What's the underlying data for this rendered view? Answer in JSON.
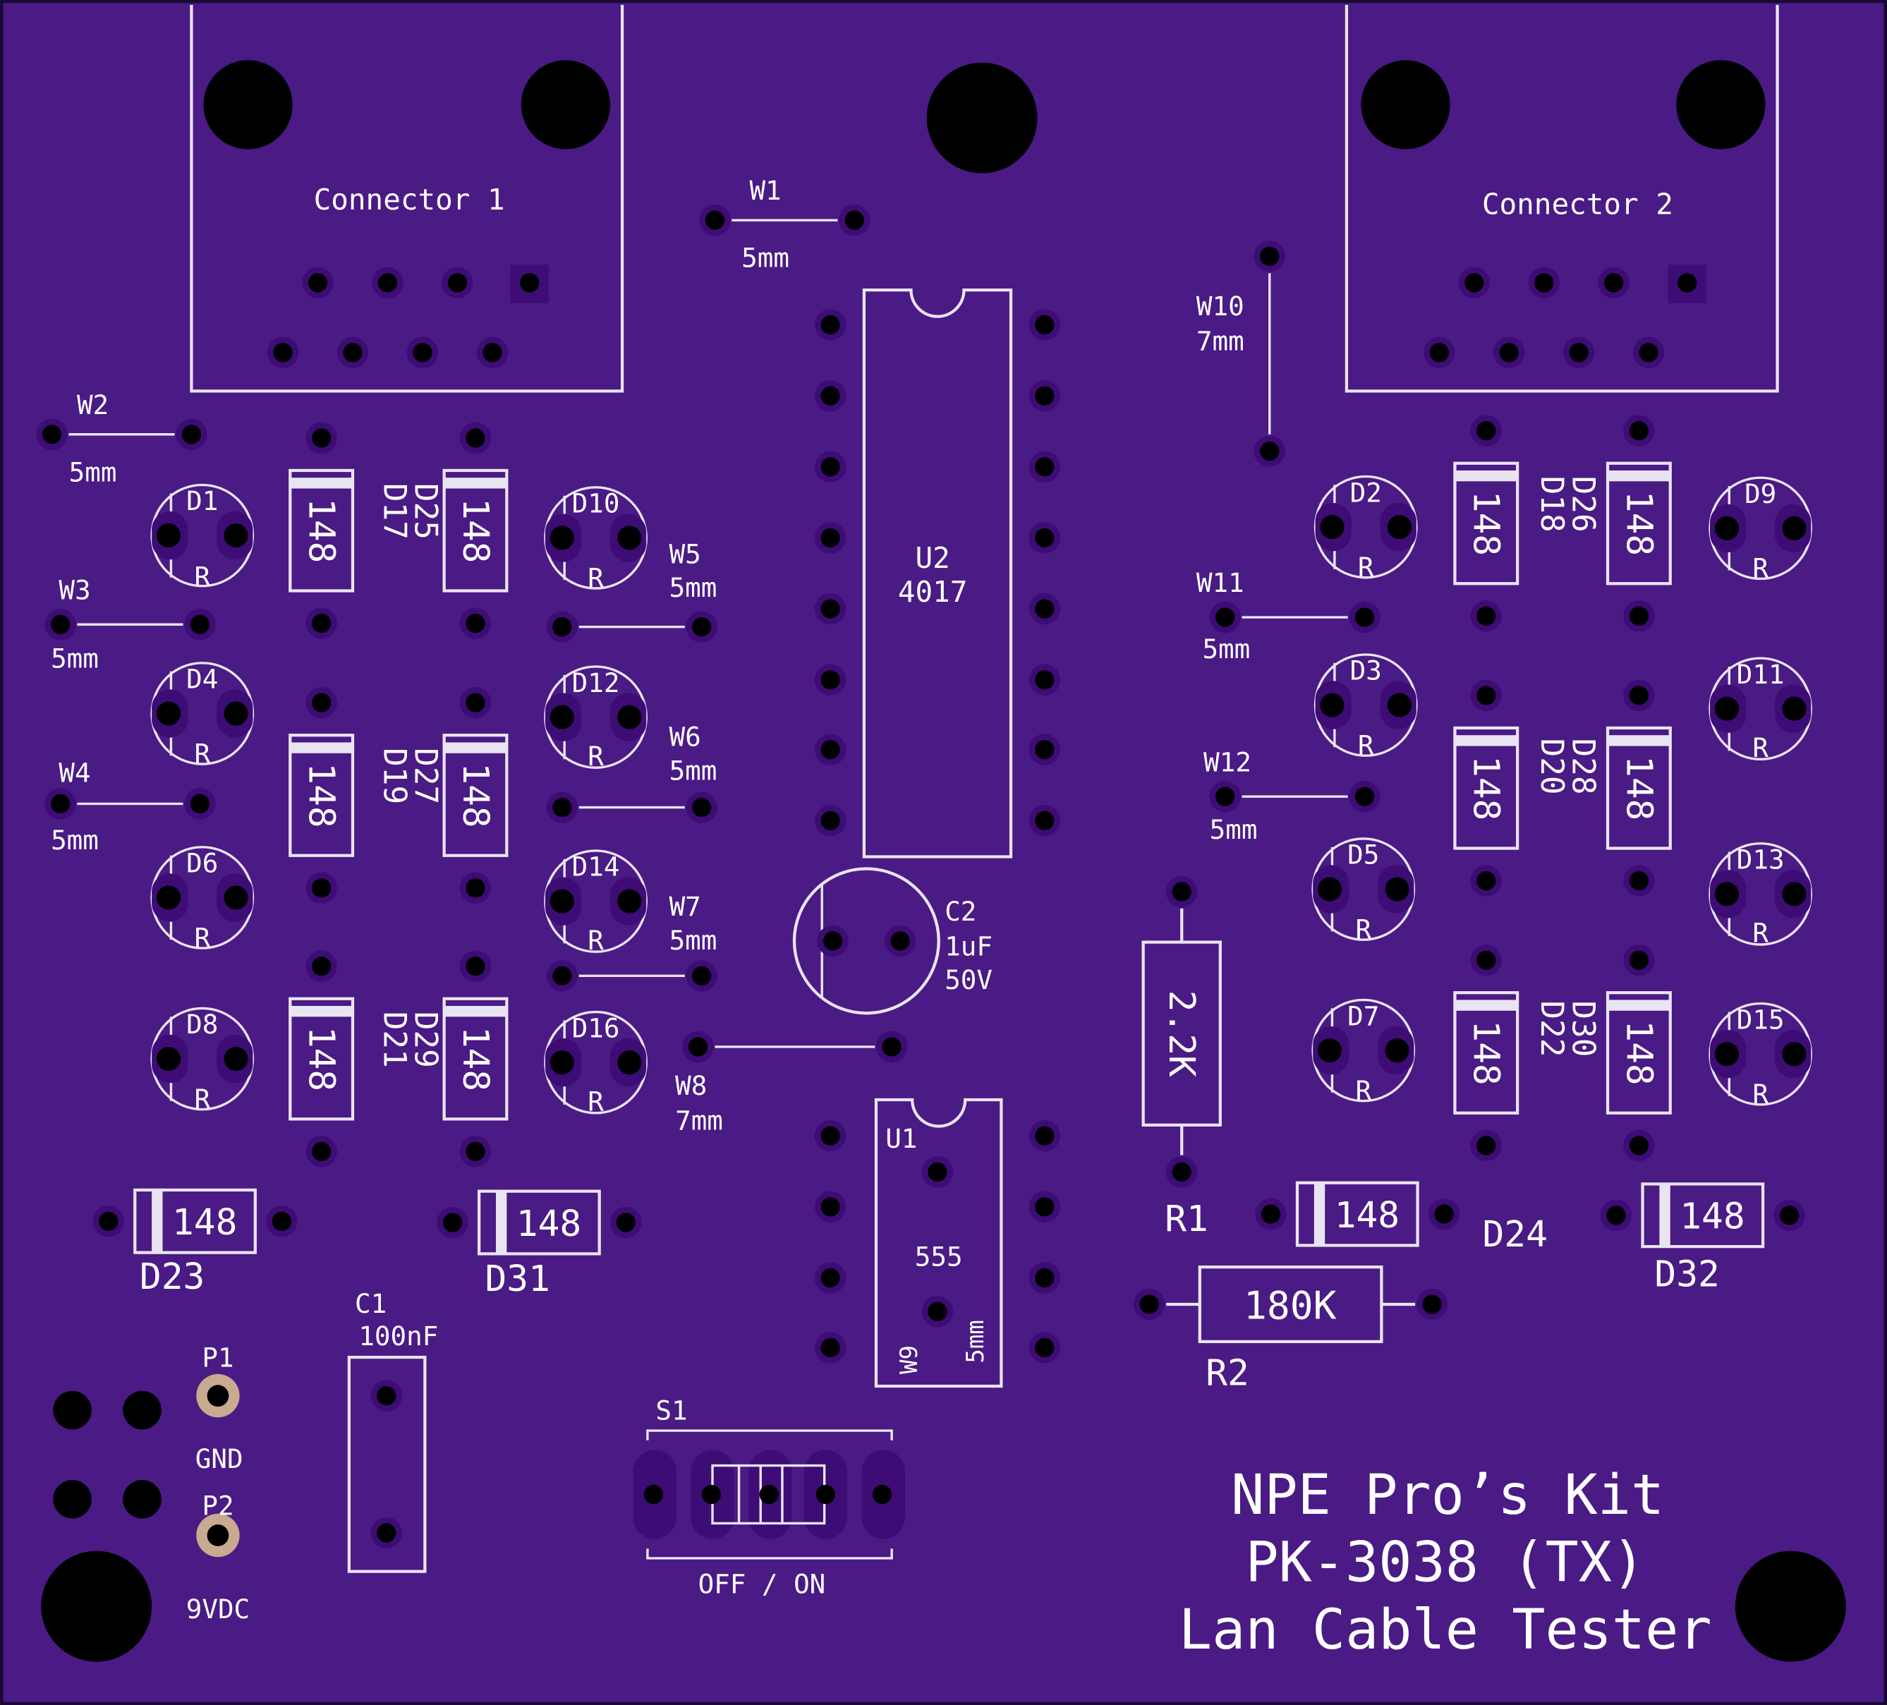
{
  "board": {
    "colors": {
      "substrate": "#4a1a85",
      "silkscreen": "#e9e4f2",
      "drill": "#000000",
      "annular_ring": "#3d0c75",
      "copper_pad": "#c9a98f",
      "edge": "#1a0933"
    },
    "connectors": [
      {
        "label": "Connector 1"
      },
      {
        "label": "Connector 2"
      }
    ],
    "ic": {
      "u2": {
        "ref": "U2",
        "part": "4017"
      },
      "u1": {
        "ref": "U1",
        "part": "555"
      }
    },
    "caps": {
      "c2": {
        "ref": "C2",
        "value": "1uF",
        "voltage": "50V"
      },
      "c1": {
        "ref": "C1",
        "value": "100nF"
      }
    },
    "resistors": {
      "r1": {
        "ref": "R1",
        "value": "2.2K"
      },
      "r2": {
        "ref": "R2",
        "value": "180K"
      }
    },
    "wires": {
      "w1": {
        "ref": "W1",
        "len": "5mm"
      },
      "w2": {
        "ref": "W2",
        "len": "5mm"
      },
      "w3": {
        "ref": "W3",
        "len": "5mm"
      },
      "w4": {
        "ref": "W4",
        "len": "5mm"
      },
      "w5": {
        "ref": "W5",
        "len": "5mm"
      },
      "w6": {
        "ref": "W6",
        "len": "5mm"
      },
      "w7": {
        "ref": "W7",
        "len": "5mm"
      },
      "w8": {
        "ref": "W8",
        "len": "7mm"
      },
      "w9": {
        "ref": "W9",
        "len": "5mm"
      },
      "w10": {
        "ref": "W10",
        "len": "7mm"
      },
      "w11": {
        "ref": "W11",
        "len": "5mm"
      },
      "w12": {
        "ref": "W12",
        "len": "5mm"
      }
    },
    "leds": {
      "d1": "D1",
      "d2": "D2",
      "d3": "D3",
      "d4": "D4",
      "d5": "D5",
      "d6": "D6",
      "d7": "D7",
      "d8": "D8",
      "d9": "D9",
      "d10": "D10",
      "d11": "D11",
      "d12": "D12",
      "d13": "D13",
      "d14": "D14",
      "d15": "D15",
      "d16": "D16",
      "r_mark": "R"
    },
    "diodes": {
      "d17": "D17",
      "d18": "D18",
      "d19": "D19",
      "d20": "D20",
      "d21": "D21",
      "d22": "D22",
      "d23": "D23",
      "d24": "D24",
      "d25": "D25",
      "d26": "D26",
      "d27": "D27",
      "d28": "D28",
      "d29": "D29",
      "d30": "D30",
      "d31": "D31",
      "d32": "D32",
      "value": "148"
    },
    "pads": {
      "p1": "P1",
      "p2": "P2",
      "gnd": "GND",
      "vdc": "9VDC"
    },
    "switch": {
      "ref": "S1",
      "label": "OFF / ON"
    },
    "title": {
      "line1": "NPE Pro’s Kit",
      "line2": "PK-3038 (TX)",
      "line3": "Lan Cable Tester"
    }
  }
}
